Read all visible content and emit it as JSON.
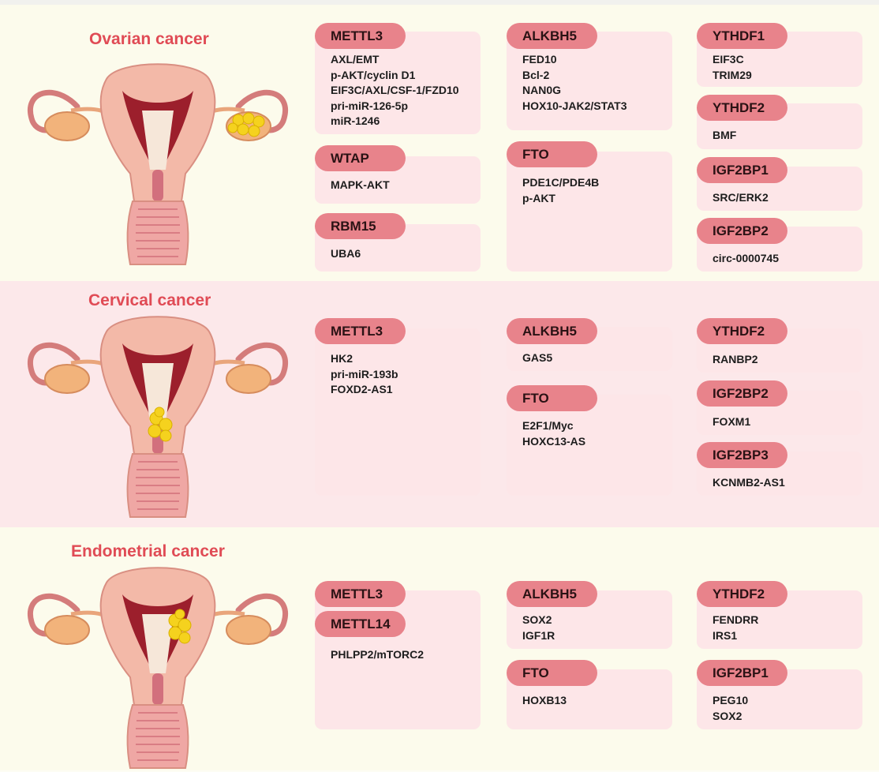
{
  "sections": [
    {
      "title": "Ovarian cancer",
      "cards": [
        {
          "tags": [
            "METTL3"
          ],
          "items": [
            "AXL/EMT",
            "p-AKT/cyclin D1",
            "EIF3C/AXL/CSF-1/FZD10",
            "pri-miR-126-5p",
            "miR-1246"
          ]
        },
        {
          "tags": [
            "WTAP"
          ],
          "items": [
            "MAPK-AKT"
          ]
        },
        {
          "tags": [
            "RBM15"
          ],
          "items": [
            "UBA6"
          ]
        },
        {
          "tags": [
            "ALKBH5"
          ],
          "items": [
            "FED10",
            "Bcl-2",
            "NAN0G",
            "HOX10-JAK2/STAT3"
          ]
        },
        {
          "tags": [
            "FTO"
          ],
          "items": [
            "PDE1C/PDE4B",
            "p-AKT"
          ]
        },
        {
          "tags": [
            "YTHDF1"
          ],
          "items": [
            "EIF3C",
            "TRIM29"
          ]
        },
        {
          "tags": [
            "YTHDF2"
          ],
          "items": [
            "BMF"
          ]
        },
        {
          "tags": [
            "IGF2BP1"
          ],
          "items": [
            "SRC/ERK2"
          ]
        },
        {
          "tags": [
            "IGF2BP2"
          ],
          "items": [
            "circ-0000745"
          ]
        }
      ]
    },
    {
      "title": "Cervical cancer",
      "cards": [
        {
          "tags": [
            "METTL3"
          ],
          "items": [
            "HK2",
            "pri-miR-193b",
            "FOXD2-AS1"
          ]
        },
        {
          "tags": [
            "ALKBH5"
          ],
          "items": [
            "GAS5"
          ]
        },
        {
          "tags": [
            "FTO"
          ],
          "items": [
            "E2F1/Myc",
            "HOXC13-AS"
          ]
        },
        {
          "tags": [
            "YTHDF2"
          ],
          "items": [
            "RANBP2"
          ]
        },
        {
          "tags": [
            "IGF2BP2"
          ],
          "items": [
            "FOXM1"
          ]
        },
        {
          "tags": [
            "IGF2BP3"
          ],
          "items": [
            "KCNMB2-AS1"
          ]
        }
      ]
    },
    {
      "title": "Endometrial cancer",
      "cards": [
        {
          "tags": [
            "METTL3",
            "METTL14"
          ],
          "items": [
            "PHLPP2/mTORC2"
          ]
        },
        {
          "tags": [
            "ALKBH5"
          ],
          "items": [
            "SOX2",
            "IGF1R"
          ]
        },
        {
          "tags": [
            "FTO"
          ],
          "items": [
            "HOXB13"
          ]
        },
        {
          "tags": [
            "YTHDF2"
          ],
          "items": [
            "FENDRR",
            "IRS1"
          ]
        },
        {
          "tags": [
            "IGF2BP1"
          ],
          "items": [
            "PEG10",
            "SOX2"
          ]
        }
      ]
    }
  ],
  "colors": {
    "title": "#e04b55",
    "tag": "#e8838b",
    "card": "#fde6e8",
    "tumor": "#f5d21e"
  }
}
